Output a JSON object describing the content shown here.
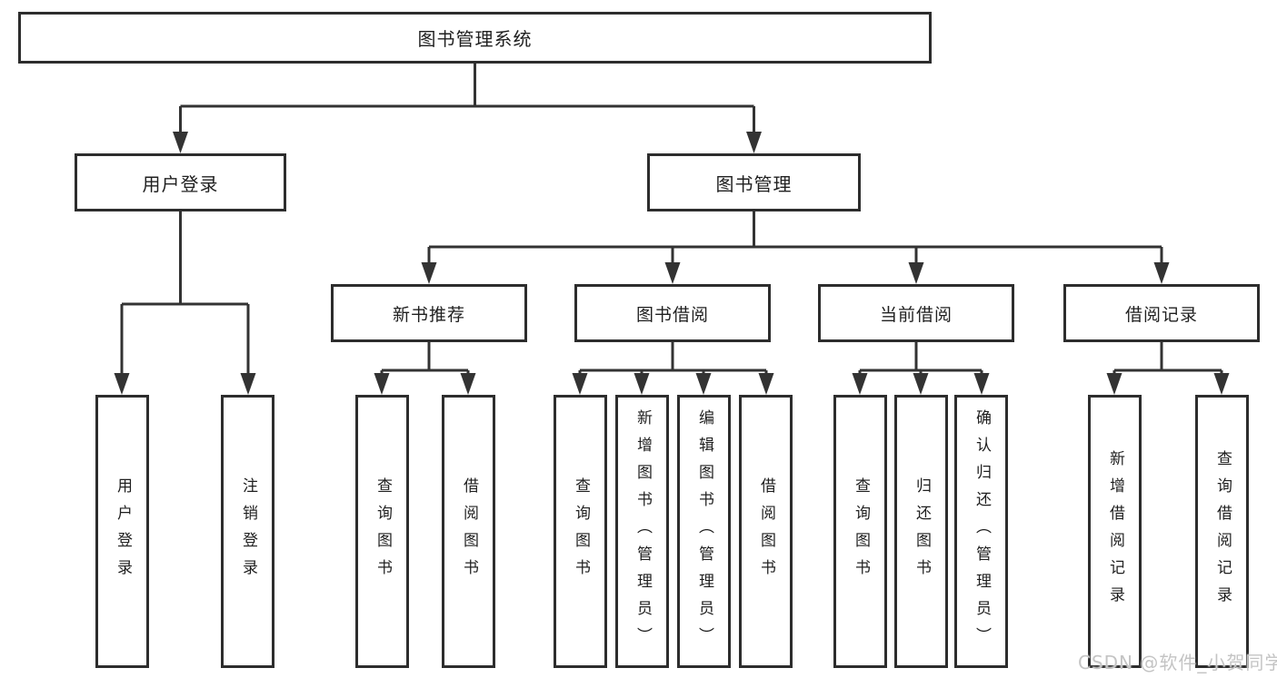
{
  "diagram": {
    "root": {
      "label": "图书管理系统"
    },
    "level2": [
      {
        "label": "用户登录"
      },
      {
        "label": "图书管理"
      }
    ],
    "level3": [
      {
        "label": "新书推荐"
      },
      {
        "label": "图书借阅"
      },
      {
        "label": "当前借阅"
      },
      {
        "label": "借阅记录"
      }
    ],
    "leaves": [
      {
        "label": "用户登录"
      },
      {
        "label": "注销登录"
      },
      {
        "label": "查询图书"
      },
      {
        "label": "借阅图书"
      },
      {
        "label": "查询图书"
      },
      {
        "label": "新增图书（管理员）"
      },
      {
        "label": "编辑图书（管理员）"
      },
      {
        "label": "借阅图书"
      },
      {
        "label": "查询图书"
      },
      {
        "label": "归还图书"
      },
      {
        "label": "确认归还（管理员）"
      },
      {
        "label": "新增借阅记录"
      },
      {
        "label": "查询借阅记录"
      }
    ]
  },
  "watermark": {
    "text": "CSDN @软件_小贺同学"
  },
  "colors": {
    "line": "#333333",
    "border": "#2d2d2d",
    "text": "#1f1f1f",
    "background": "#ffffff",
    "watermark": "#c4c4c4"
  }
}
